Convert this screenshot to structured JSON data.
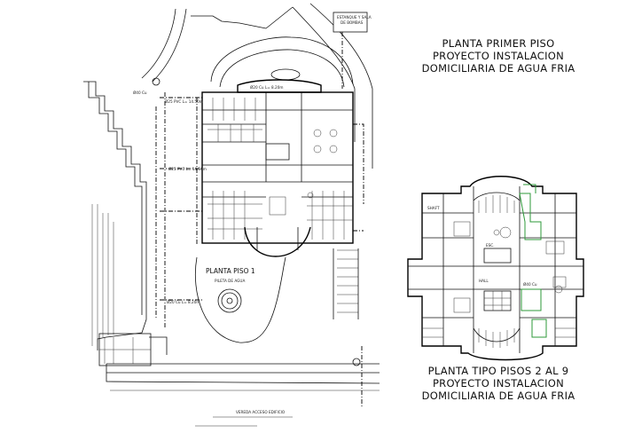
{
  "titles": {
    "plan1": [
      "PLANTA PRIMER PISO",
      "PROYECTO INSTALACION",
      "DOMICILIARIA DE AGUA FRIA"
    ],
    "plan2": [
      "PLANTA TIPO PISOS 2 AL 9",
      "PROYECTO INSTALACION",
      "DOMICILIARIA DE AGUA FRIA"
    ]
  },
  "labels": {
    "tank": [
      "ESTANQUE Y SALA",
      "DE BOMBAS"
    ],
    "plaza_title": "PLANTA PISO 1",
    "plaza_sub": "PILETA DE AGUA",
    "bottom_note": "VEREDA ACCESO EDIFICIO",
    "pipe_note": "Ø25 PVC L= 14.50m",
    "pipe_note2": "Ø20 Cu L= 8.20m",
    "rise": "Ø40 Cu",
    "shaft": "SHAFT",
    "corridor": "HALL",
    "stair": "ESC."
  },
  "colors": {
    "ink": "#111111",
    "accent": "#2e9a3a"
  }
}
